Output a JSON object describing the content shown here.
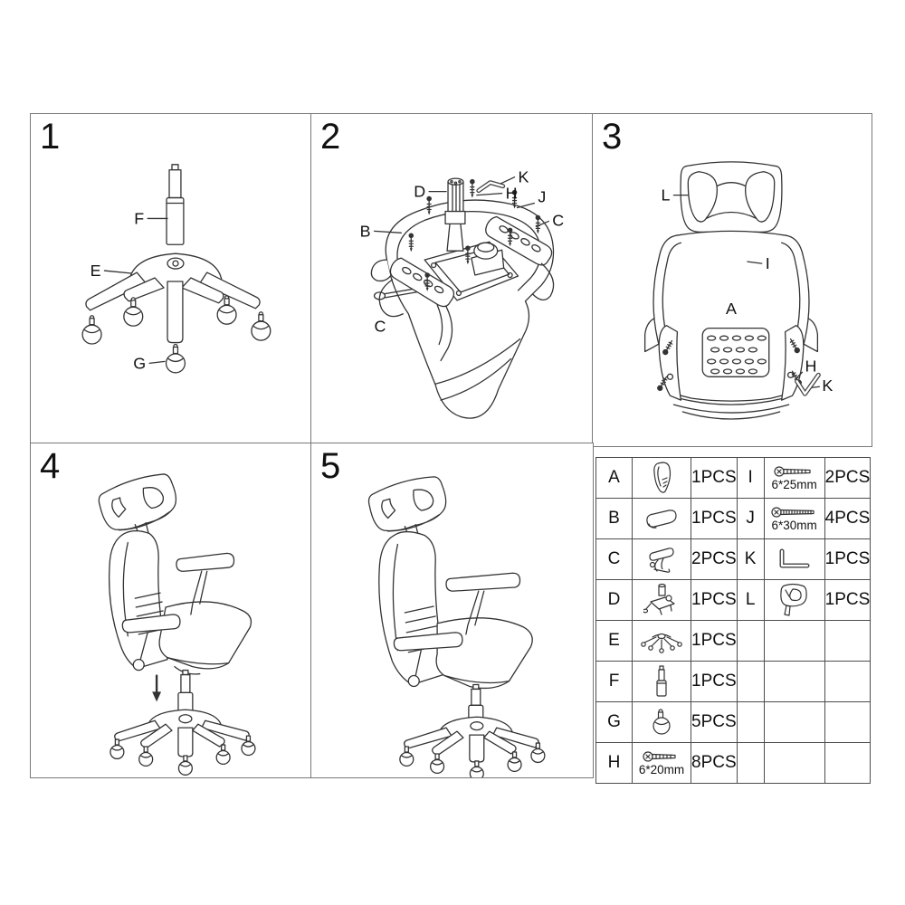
{
  "sheet": {
    "background": "#ffffff",
    "line_color": "#333333",
    "panel_border_color": "#787878",
    "table_border_color": "#4c4c4c"
  },
  "panels": {
    "step1": {
      "number": "1",
      "labels": {
        "f": "F",
        "e": "E",
        "g": "G"
      }
    },
    "step2": {
      "number": "2",
      "labels": {
        "k": "K",
        "d": "D",
        "h": "H",
        "j": "J",
        "c_right": "C",
        "b": "B",
        "c_left": "C"
      }
    },
    "step3": {
      "number": "3",
      "labels": {
        "l": "L",
        "i": "I",
        "a": "A",
        "h": "H",
        "k": "K"
      }
    },
    "step4": {
      "number": "4"
    },
    "step5": {
      "number": "5"
    }
  },
  "parts_table": {
    "left_rows": [
      {
        "letter": "A",
        "icon": "backrest-icon",
        "qty": "1PCS",
        "size": ""
      },
      {
        "letter": "B",
        "icon": "seat-cushion-icon",
        "qty": "1PCS",
        "size": ""
      },
      {
        "letter": "C",
        "icon": "armrest-icon",
        "qty": "2PCS",
        "size": ""
      },
      {
        "letter": "D",
        "icon": "tilt-mechanism-icon",
        "qty": "1PCS",
        "size": ""
      },
      {
        "letter": "E",
        "icon": "star-base-icon",
        "qty": "1PCS",
        "size": ""
      },
      {
        "letter": "F",
        "icon": "gas-lift-icon",
        "qty": "1PCS",
        "size": ""
      },
      {
        "letter": "G",
        "icon": "caster-wheel-icon",
        "qty": "5PCS",
        "size": ""
      },
      {
        "letter": "H",
        "icon": "screw-icon",
        "qty": "8PCS",
        "size": "6*20mm"
      }
    ],
    "right_rows": [
      {
        "letter": "I",
        "icon": "screw-icon",
        "qty": "2PCS",
        "size": "6*25mm"
      },
      {
        "letter": "J",
        "icon": "long-screw-icon",
        "qty": "4PCS",
        "size": "6*30mm"
      },
      {
        "letter": "K",
        "icon": "allen-key-icon",
        "qty": "1PCS",
        "size": ""
      },
      {
        "letter": "L",
        "icon": "headrest-icon",
        "qty": "1PCS",
        "size": ""
      },
      {
        "letter": "",
        "icon": "",
        "qty": "",
        "size": ""
      },
      {
        "letter": "",
        "icon": "",
        "qty": "",
        "size": ""
      },
      {
        "letter": "",
        "icon": "",
        "qty": "",
        "size": ""
      },
      {
        "letter": "",
        "icon": "",
        "qty": "",
        "size": ""
      }
    ]
  }
}
